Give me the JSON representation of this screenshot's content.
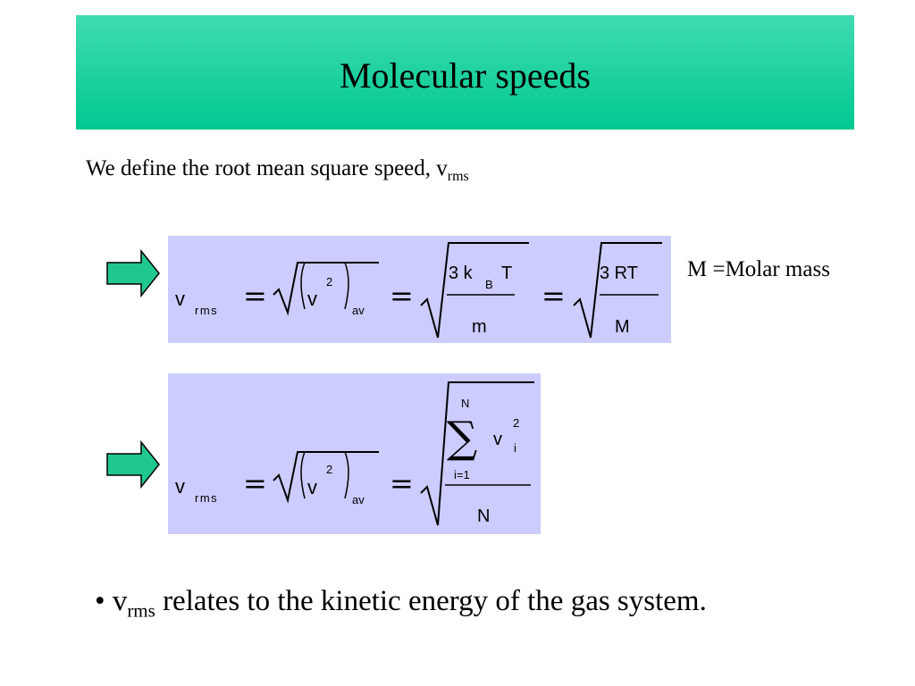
{
  "slide": {
    "title": "Molecular speeds",
    "intro": {
      "text": "We define the root mean square speed, v",
      "subscript": "rms"
    },
    "note": "M =Molar mass",
    "bullet": {
      "marker": "•",
      "symbol": "v",
      "subscript": "rms",
      "text": "relates to the kinetic energy of the gas system."
    }
  },
  "equation_1": {
    "v": "v",
    "rms": "rms",
    "equals": "=",
    "two": "2",
    "av": "av",
    "numerator_a": "3 k",
    "kb_sub": "B",
    "numerator_t": "T",
    "denominator_a": "m",
    "numerator_b": "3 RT",
    "denominator_b": "M"
  },
  "equation_2": {
    "v": "v",
    "rms": "rms",
    "equals": "=",
    "two": "2",
    "av": "av",
    "sum_upper": "N",
    "sum_lower": "i=1",
    "vi": "v",
    "vi_sup": "2",
    "vi_sub": "i",
    "denominator": "N"
  },
  "colors": {
    "title_bar": "#1fd4a0",
    "equation_box": "#ccccff",
    "arrow_fill": "#20c890"
  }
}
